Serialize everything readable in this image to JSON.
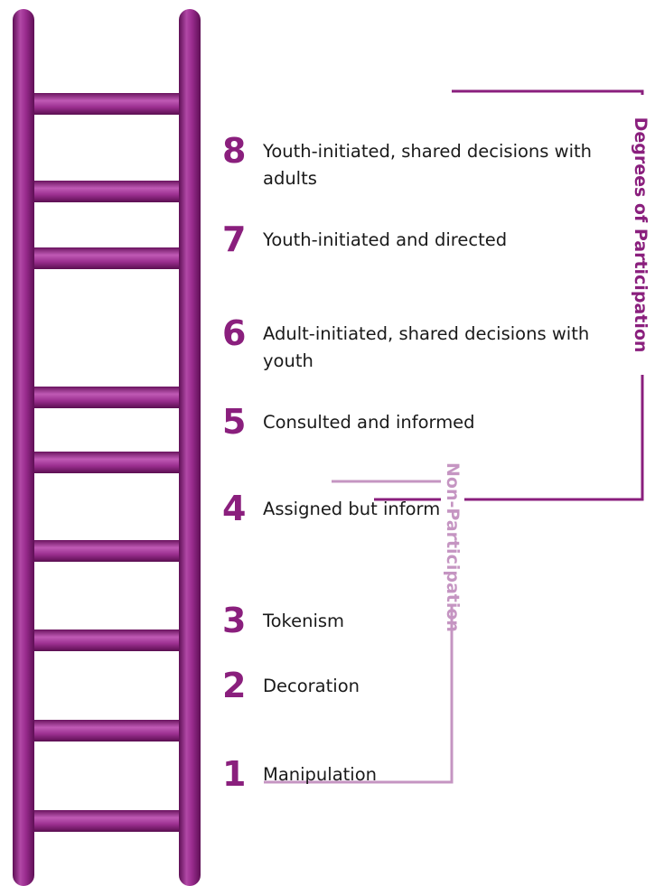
{
  "steps": [
    {
      "number": "8",
      "label": "Youth-initiated, shared decisions with adults"
    },
    {
      "number": "7",
      "label": "Youth-initiated and directed"
    },
    {
      "number": "6",
      "label": "Adult-initiated, shared decisions with youth"
    },
    {
      "number": "5",
      "label": "Consulted and informed"
    },
    {
      "number": "4",
      "label": "Assigned but informed"
    },
    {
      "number": "3",
      "label": "Tokenism"
    },
    {
      "number": "2",
      "label": "Decoration"
    },
    {
      "number": "1",
      "label": "Manipulation"
    }
  ],
  "brackets": {
    "participation": "Degrees of Participation",
    "non_participation": "Non-Participation"
  },
  "colors": {
    "ladder": "#8a1f7d",
    "number": "#8a1f7d",
    "participation_bracket": "#8a1f7d",
    "non_participation_bracket": "#c595c2",
    "text": "#1a1a1a"
  }
}
